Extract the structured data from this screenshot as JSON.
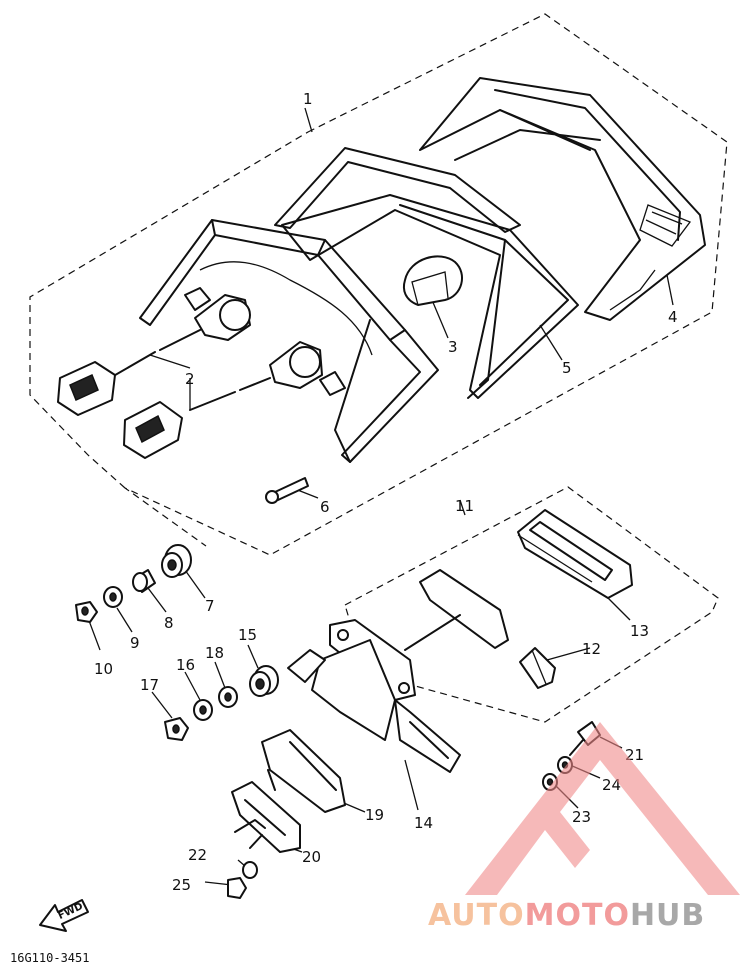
{
  "callouts": [
    "1",
    "2",
    "3",
    "4",
    "5",
    "6",
    "7",
    "8",
    "9",
    "10",
    "11",
    "12",
    "13",
    "14",
    "15",
    "16",
    "17",
    "18",
    "19",
    "20",
    "21",
    "22",
    "23",
    "24",
    "25"
  ],
  "forward_label": "FWD",
  "drawing_code": "16G110-3451",
  "watermark": {
    "text_a": "AUTO",
    "text_b": "MOTO",
    "text_c": "HUB",
    "color_a": "#f5b88e",
    "color_b": "#f08a8a",
    "color_c": "#9a9a9a"
  }
}
